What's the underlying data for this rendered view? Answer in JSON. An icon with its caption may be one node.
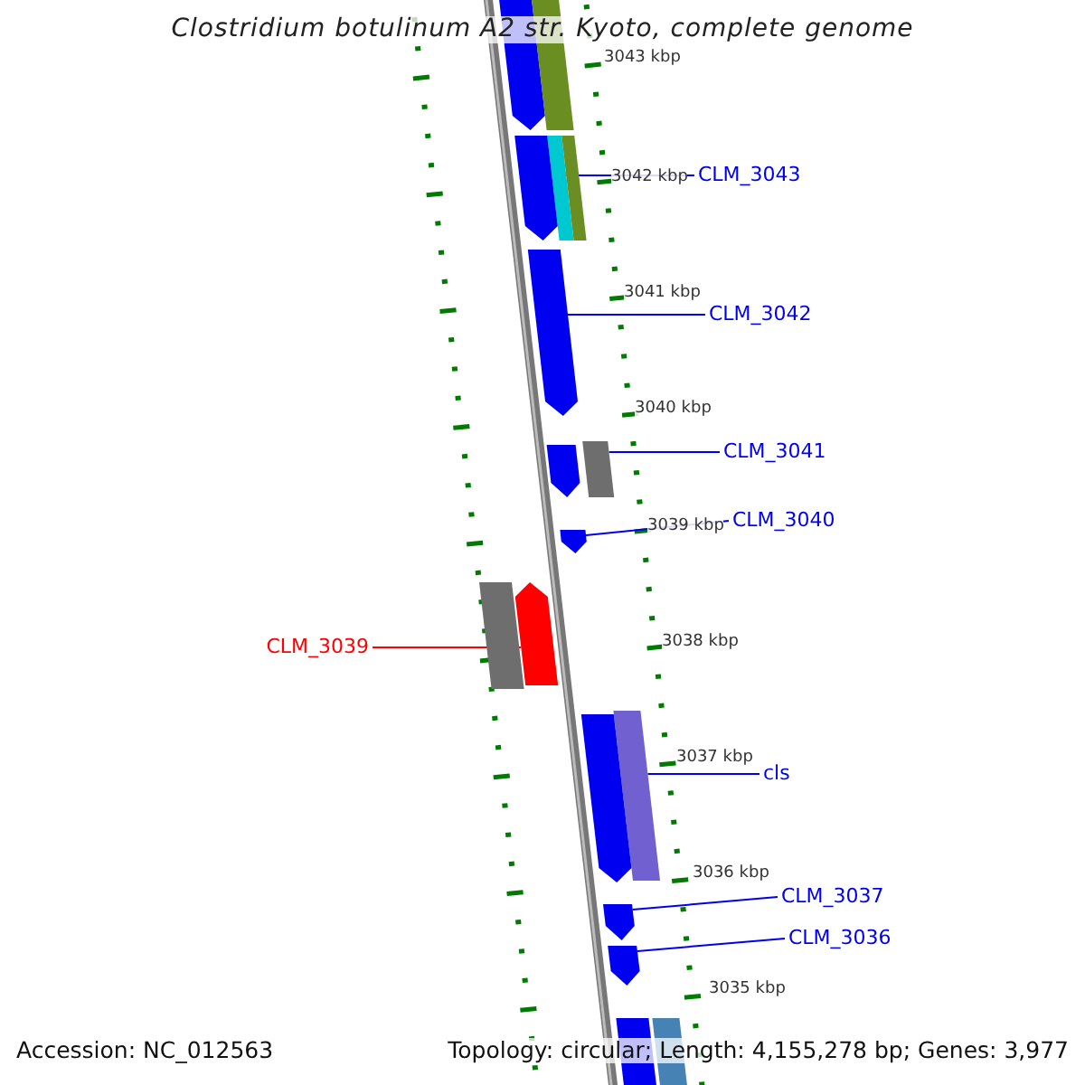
{
  "diagram": {
    "title": "Clostridium botulinum A2 str. Kyoto, complete genome",
    "nodes": [
      {
        "text": [
          "CLM_3043"
        ]
      },
      {
        "text": [],
        "shape": "bar"
      },
      {
        "text": [
          "CLM_3042"
        ]
      },
      {
        "text": [],
        "shape": "arrow"
      },
      {
        "text": [
          "CLM_3041"
        ]
      },
      {
        "text": [],
        "shape": "bar"
      },
      {
        "text": [
          "CLM_3040"
        ]
      },
      {
        "text": [],
        "shape": "arrow"
      },
      {
        "text": [
          "CLM_3039"
        ]
      },
      {
        "text": [],
        "shape": "arrow"
      },
      {
        "text": [
          "cls"
        ]
      },
      {
        "text": [],
        "shape": "bar"
      },
      {
        "text": [
          "CLM_3037"
        ]
      },
      {
        "text": [],
        "shape": "arrow"
      },
      {
        "text": [
          "CLM_3036"
        ]
      },
      {
        "text": [],
        "shape": "arrow"
      },
      {
        "text": [],
        "shape": "arrow"
      },
      {
        "text": [],
        "shape": "bar"
      },
      {
        "text": [],
        "shape": "arrow"
      },
      {
        "text": [],
        "shape": "bar"
      },
      {
        "text": [],
        "shape": "arrow"
      },
      {
        "text": [],
        "shape": "bar"
      },
      {
        "text": [],
        "shape": "arrow"
      },
      {
        "text": [],
        "shape": "bar"
      },
      {
        "text": [],
        "shape": "bar"
      }
    ],
    "edges": [
      {
        "from": 0,
        "to": 1,
        "arrow": "none"
      },
      {
        "from": 2,
        "to": 3,
        "arrow": "none"
      },
      {
        "from": 4,
        "to": 5,
        "arrow": "none"
      },
      {
        "from": 6,
        "to": 7,
        "arrow": "none"
      },
      {
        "from": 8,
        "to": 9,
        "arrow": "none",
        "color": "#ff0000"
      },
      {
        "from": 10,
        "to": 11,
        "arrow": "none"
      },
      {
        "from": 12,
        "to": 13,
        "arrow": "none"
      },
      {
        "from": 14,
        "to": 15,
        "arrow": "none"
      }
    ],
    "labels": [
      "3043 kbp",
      "3042 kbp",
      "3041 kbp",
      "3040 kbp",
      "3039 kbp",
      "3038 kbp",
      "3037 kbp",
      "3036 kbp",
      "3035 kbp",
      "Accession: NC_012563",
      "Topology: circular; Length: 4,155,278 bp; Genes: 3,977"
    ]
  }
}
